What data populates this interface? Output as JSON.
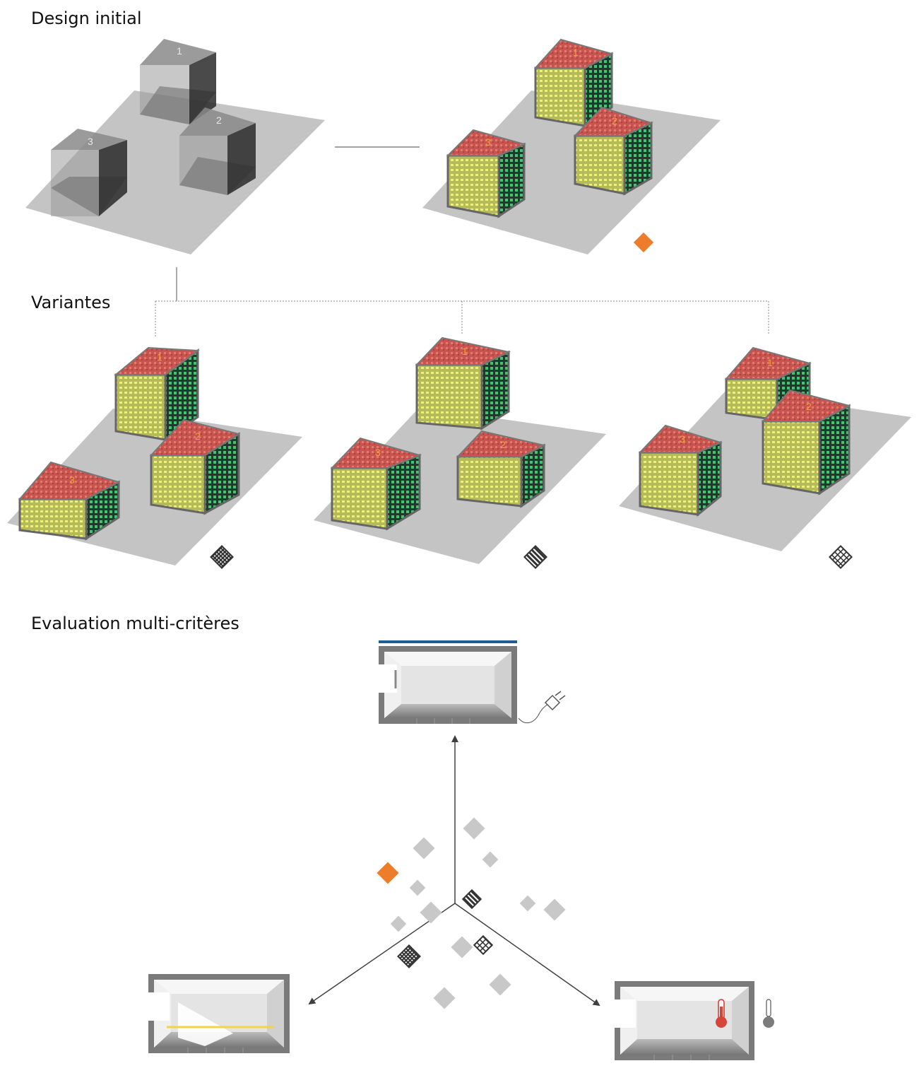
{
  "sections": {
    "initial": "Design initial",
    "variants": "Variantes",
    "evaluation": "Evaluation multi-critères"
  },
  "buildings": {
    "b1": "1",
    "b2": "2",
    "b3": "3"
  },
  "colors": {
    "ground": "#c4c4c4",
    "roof": "#c9534f",
    "wall_front": "#d6d86a",
    "wall_side": "#33b866",
    "accent_marker": "#ee7d2b",
    "result_marker": "#c8c8c8",
    "axis": "#404040"
  },
  "icons": {
    "energy": "plug-icon",
    "daylight": "daylight-icon",
    "comfort": "thermometer-icon"
  }
}
